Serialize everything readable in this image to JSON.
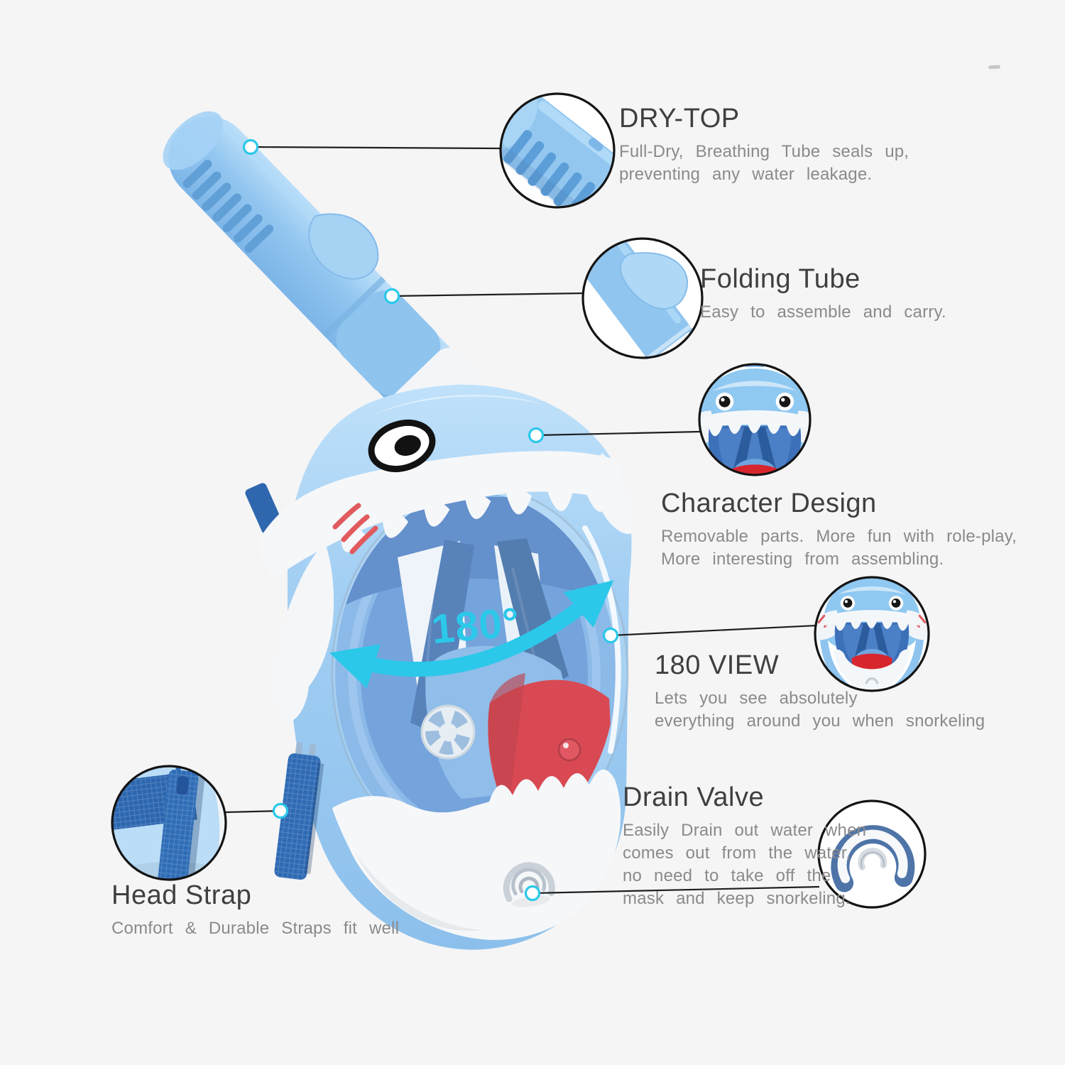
{
  "annotation": {
    "angle_label": "180°"
  },
  "features": [
    {
      "id": "dry-top",
      "title": "DRY-TOP",
      "lines": [
        "Full-Dry, Breathing Tube seals up,",
        "preventing any water leakage."
      ]
    },
    {
      "id": "folding-tube",
      "title": "Folding Tube",
      "lines": [
        "Easy to assemble and carry."
      ]
    },
    {
      "id": "character-design",
      "title": "Character Design",
      "lines": [
        "Removable parts. More fun with role-play,",
        "More interesting from assembling."
      ]
    },
    {
      "id": "180-view",
      "title": "180 VIEW",
      "lines": [
        "Lets you see absolutely",
        "everything around you when snorkeling"
      ]
    },
    {
      "id": "drain-valve",
      "title": "Drain Valve",
      "lines": [
        "Easily Drain out water when",
        "comes out from the water,",
        "no need to take off the",
        "mask and keep snorkeling."
      ]
    },
    {
      "id": "head-strap",
      "title": "Head Strap",
      "lines": [
        "Comfort & Durable Straps fit well"
      ]
    }
  ],
  "colors": {
    "accent_cyan": "#2BC8EA",
    "line_color": "#1F1F1F",
    "heading_text": "#3F3F41",
    "body_text": "#8A8A8C",
    "page_bg": "#F5F5F6",
    "tube_blue": "#92C6F0",
    "deep_blue": "#3B6CB0",
    "mouth_red": "#D8252F",
    "strap_blue": "#2E6AB4",
    "white_part": "#F5F7F9"
  }
}
